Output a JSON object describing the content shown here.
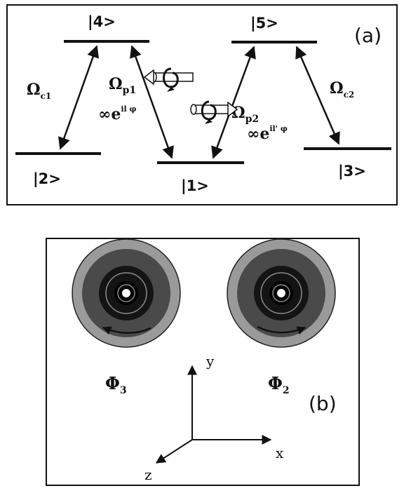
{
  "panel_a": {
    "panel_label": "(a)",
    "states": {
      "s4": "|4>",
      "s5": "|5>",
      "s2": "|2>",
      "s1": "|1>",
      "s3": "|3>"
    },
    "couplings": {
      "c1": {
        "symbol": "Ω",
        "sub": "c1"
      },
      "p1": {
        "symbol": "Ω",
        "sub": "p1",
        "phase_prefix": "∞e",
        "phase_sup": "il φ"
      },
      "p2": {
        "symbol": "Ω",
        "sub": "p2",
        "phase_prefix": "∞e",
        "phase_sup": "il' φ"
      },
      "c2": {
        "symbol": "Ω",
        "sub": "c2"
      }
    }
  },
  "panel_b": {
    "panel_label": "(b)",
    "beam_left_label": {
      "symbol": "Φ",
      "sub": "3"
    },
    "beam_right_label": {
      "symbol": "Φ",
      "sub": "2"
    },
    "axes": {
      "x": "x",
      "y": "y",
      "z": "z"
    }
  },
  "colors": {
    "line": "#111111",
    "ring_outer": "#9a9a9a",
    "ring_mid": "#4a4a4a",
    "ring_dark": "#141414"
  }
}
